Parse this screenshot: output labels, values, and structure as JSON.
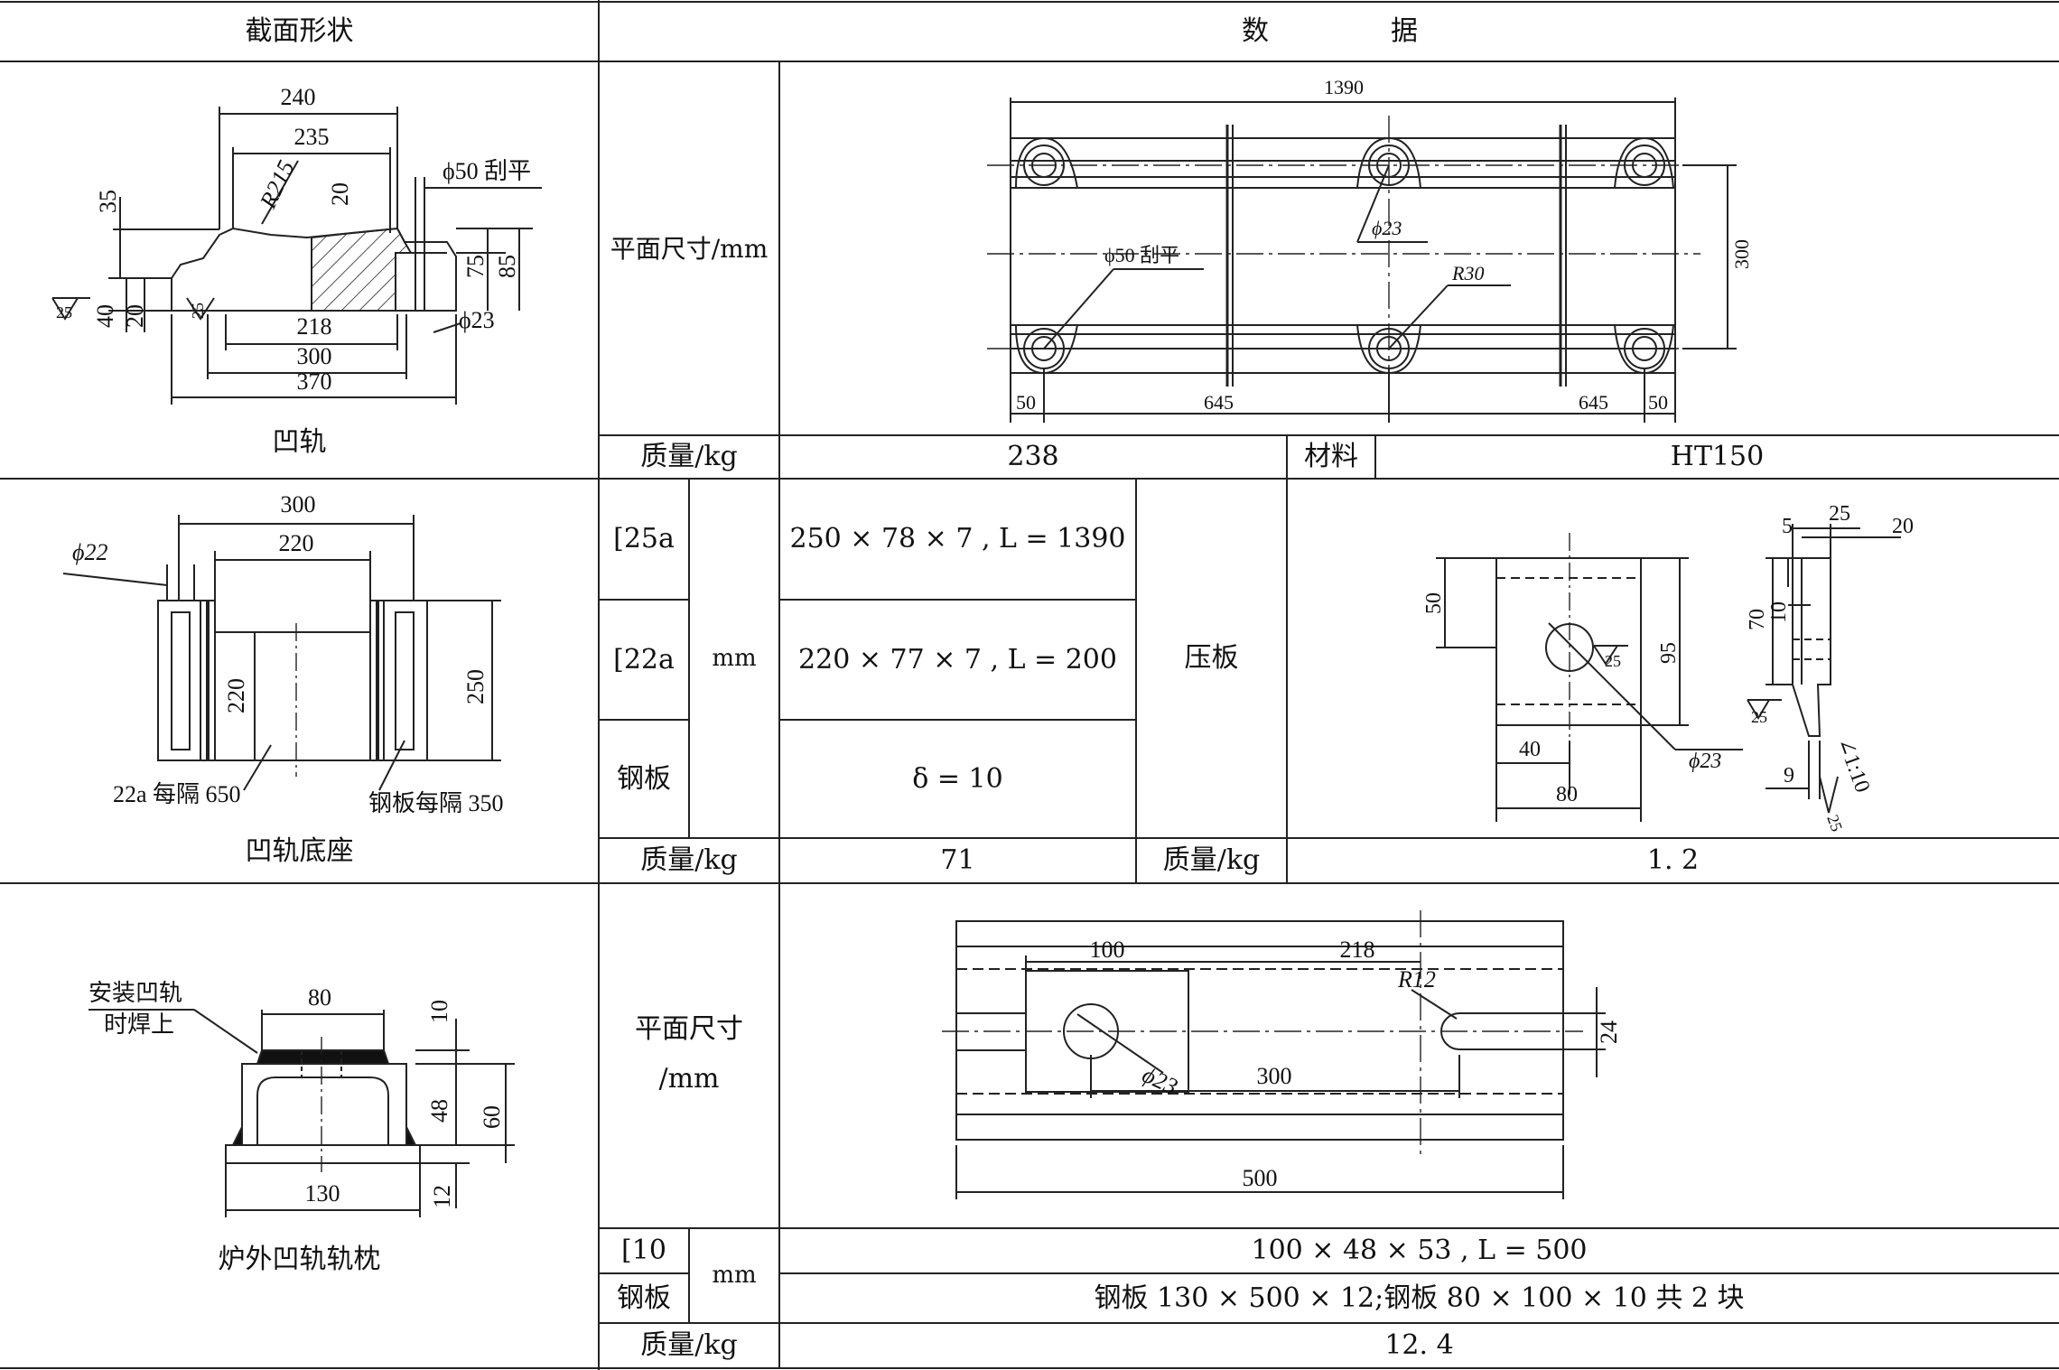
{
  "header": {
    "section_shape": "截面形状",
    "data_1": "数",
    "data_2": "据"
  },
  "row1": {
    "caption": "凹轨",
    "plane_label": "平面尺寸/mm",
    "mass_label": "质量/kg",
    "mass_value": "238",
    "material_label": "材料",
    "material_value": "HT150",
    "section_dims": {
      "d240": "240",
      "d235": "235",
      "r215": "R215",
      "d20a": "20",
      "phi50": "ϕ50 刮平",
      "d35": "35",
      "d75": "75",
      "d85": "85",
      "d40": "40",
      "d20b": "20",
      "d218": "218",
      "d300": "300",
      "d370": "370",
      "phi23": "ϕ23",
      "rough1": "25",
      "rough2": "25"
    },
    "plan_dims": {
      "d1390": "1390",
      "phi23": "ϕ23",
      "phi50": "ϕ50 刮平",
      "r30": "R30",
      "d300": "300",
      "d50a": "50",
      "d645a": "645",
      "d645b": "645",
      "d50b": "50"
    }
  },
  "row2": {
    "caption": "凹轨底座",
    "label_25a": "[25a",
    "label_22a": "[22a",
    "label_plate": "钢板",
    "unit": "mm",
    "spec_25a": "250 × 78 × 7 , L = 1390",
    "spec_22a": "220 × 77 × 7 , L = 200",
    "spec_plate": "δ = 10",
    "clamp_label": "压板",
    "mass_label": "质量/kg",
    "mass_value": "71",
    "clamp_mass_label": "质量/kg",
    "clamp_mass_value": "1. 2",
    "section_dims": {
      "d300": "300",
      "phi22": "ϕ22",
      "d220a": "220",
      "d220b": "220",
      "d250": "250",
      "note_22a": "22a 每隔 650",
      "note_plate": "钢板每隔 350"
    },
    "clamp_dims": {
      "d50": "50",
      "d95": "95",
      "d40": "40",
      "d80": "80",
      "phi23": "ϕ23",
      "rough": "25",
      "d25": "25",
      "d5": "5",
      "d20": "20",
      "d70": "70",
      "d10": "10",
      "d9": "9",
      "taper": "∠1:10",
      "rough2": "25",
      "rough3": "25"
    }
  },
  "row3": {
    "caption": "炉外凹轨轨枕",
    "plane_label_1": "平面尺寸",
    "plane_label_2": "/mm",
    "label_10": "[10",
    "label_plate": "钢板",
    "unit": "mm",
    "spec_10": "100 × 48 × 53 , L = 500",
    "spec_plate": "钢板 130 × 500 × 12;钢板 80 × 100 × 10 共 2 块",
    "mass_label": "质量/kg",
    "mass_value": "12. 4",
    "section_dims": {
      "note_1": "安装凹轨",
      "note_2": "时焊上",
      "d80": "80",
      "d10": "10",
      "d48": "48",
      "d60": "60",
      "d12": "12",
      "d130": "130"
    },
    "plan_dims": {
      "d100": "100",
      "d218": "218",
      "r12": "R12",
      "phi23": "ϕ23",
      "d300": "300",
      "d24": "24",
      "d500": "500"
    }
  }
}
